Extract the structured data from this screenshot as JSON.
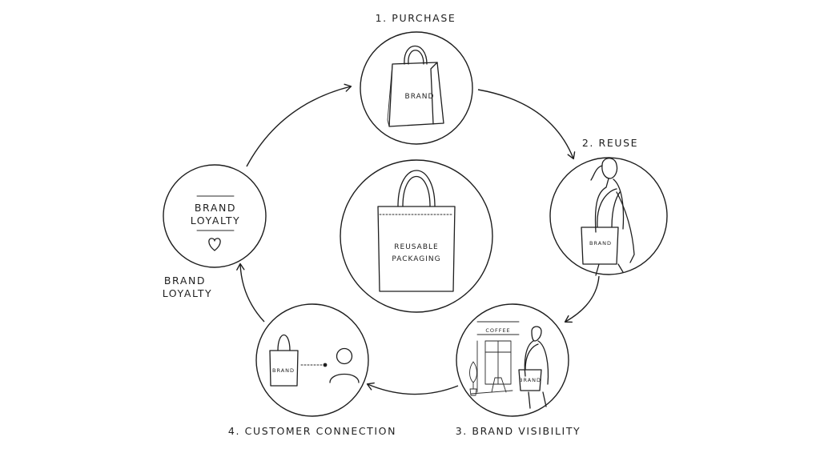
{
  "steps": {
    "purchase": {
      "label": "1. PURCHASE",
      "bag_text": "BRAND",
      "icon": "shopping-bag-icon"
    },
    "reuse": {
      "label": "2. REUSE",
      "bag_text": "BRAND",
      "icon": "person-with-tote-icon"
    },
    "visibility": {
      "label": "3. BRAND VISIBILITY",
      "bag_text": "BRAND",
      "sign_text": "COFFEE",
      "icon": "street-scene-icon"
    },
    "connection": {
      "label": "4. CUSTOMER CONNECTION",
      "bag_text": "BRAND",
      "icon": "tote-to-person-icon"
    },
    "loyalty": {
      "label": "BRAND LOYALTY",
      "inner_line1": "BRAND",
      "inner_line2": "LOYALTY",
      "icon": "heart-icon"
    }
  },
  "center": {
    "line1": "REUSABLE",
    "line2": "PACKAGING",
    "icon": "tote-bag-icon"
  },
  "colors": {
    "stroke": "#1e1e1e",
    "background": "#ffffff"
  }
}
